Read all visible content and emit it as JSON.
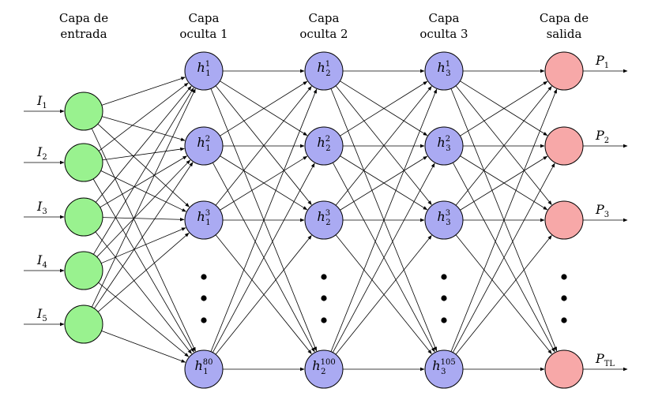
{
  "colors": {
    "input": "#99f28f",
    "hidden": "#aaaaf2",
    "output": "#f7a8a8",
    "edge": "#000000"
  },
  "layers": [
    {
      "title": [
        "Capa de",
        "entrada"
      ],
      "kind": "input",
      "nodes": [
        {
          "base": "I",
          "sub": "1"
        },
        {
          "base": "I",
          "sub": "2"
        },
        {
          "base": "I",
          "sub": "3"
        },
        {
          "base": "I",
          "sub": "4"
        },
        {
          "base": "I",
          "sub": "5"
        }
      ]
    },
    {
      "title": [
        "Capa",
        "oculta 1"
      ],
      "kind": "hidden",
      "nodes": [
        {
          "base": "h",
          "sub": "1",
          "sup": "1"
        },
        {
          "base": "h",
          "sub": "1",
          "sup": "2"
        },
        {
          "base": "h",
          "sub": "1",
          "sup": "3"
        },
        {
          "base": "h",
          "sub": "1",
          "sup": "80"
        }
      ]
    },
    {
      "title": [
        "Capa",
        "oculta 2"
      ],
      "kind": "hidden",
      "nodes": [
        {
          "base": "h",
          "sub": "2",
          "sup": "1"
        },
        {
          "base": "h",
          "sub": "2",
          "sup": "2"
        },
        {
          "base": "h",
          "sub": "2",
          "sup": "3"
        },
        {
          "base": "h",
          "sub": "2",
          "sup": "100"
        }
      ]
    },
    {
      "title": [
        "Capa",
        "oculta 3"
      ],
      "kind": "hidden",
      "nodes": [
        {
          "base": "h",
          "sub": "3",
          "sup": "1"
        },
        {
          "base": "h",
          "sub": "3",
          "sup": "2"
        },
        {
          "base": "h",
          "sub": "3",
          "sup": "3"
        },
        {
          "base": "h",
          "sub": "3",
          "sup": "105"
        }
      ]
    },
    {
      "title": [
        "Capa de",
        "salida"
      ],
      "kind": "output",
      "nodes": [
        {
          "base": "P",
          "sub": "1"
        },
        {
          "base": "P",
          "sub": "2"
        },
        {
          "base": "P",
          "sub": "3"
        },
        {
          "base": "P",
          "sub": "TL"
        }
      ]
    }
  ]
}
